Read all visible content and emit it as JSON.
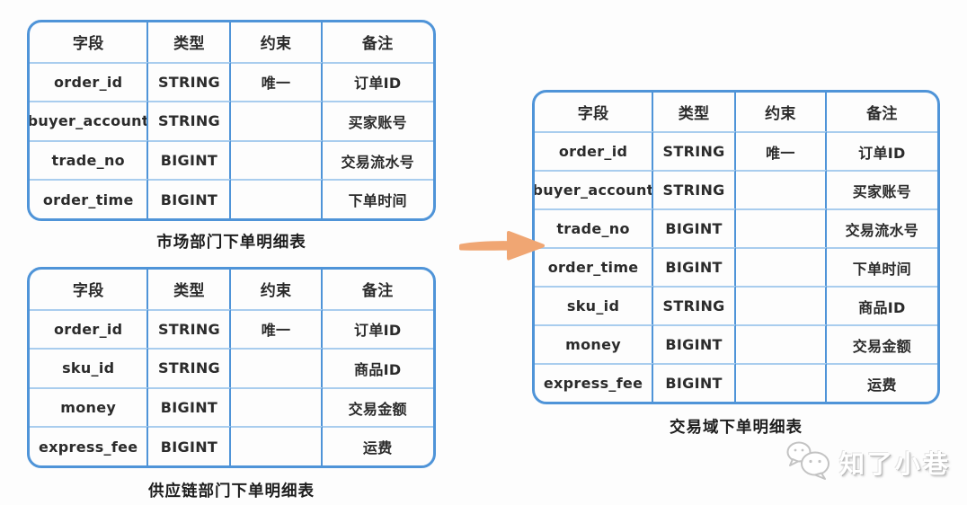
{
  "colors": {
    "table_border": "#4f94d8",
    "row_line": "#a9cdee",
    "text": "#2b2b2b",
    "arrow": "#f0a673",
    "wm_shadow": "#b9b9b9",
    "bg": "#fdfdfd"
  },
  "tables": {
    "market": {
      "caption": "市场部门下单明细表",
      "headers": [
        "字段",
        "类型",
        "约束",
        "备注"
      ],
      "rows": [
        [
          "order_id",
          "STRING",
          "唯一",
          "订单ID"
        ],
        [
          "buyer_account",
          "STRING",
          "",
          "买家账号"
        ],
        [
          "trade_no",
          "BIGINT",
          "",
          "交易流水号"
        ],
        [
          "order_time",
          "BIGINT",
          "",
          "下单时间"
        ]
      ]
    },
    "supply_chain": {
      "caption": "供应链部门下单明细表",
      "headers": [
        "字段",
        "类型",
        "约束",
        "备注"
      ],
      "rows": [
        [
          "order_id",
          "STRING",
          "唯一",
          "订单ID"
        ],
        [
          "sku_id",
          "STRING",
          "",
          "商品ID"
        ],
        [
          "money",
          "BIGINT",
          "",
          "交易金额"
        ],
        [
          "express_fee",
          "BIGINT",
          "",
          "运费"
        ]
      ]
    },
    "trade_domain": {
      "caption": "交易域下单明细表",
      "headers": [
        "字段",
        "类型",
        "约束",
        "备注"
      ],
      "rows": [
        [
          "order_id",
          "STRING",
          "唯一",
          "订单ID"
        ],
        [
          "buyer_account",
          "STRING",
          "",
          "买家账号"
        ],
        [
          "trade_no",
          "BIGINT",
          "",
          "交易流水号"
        ],
        [
          "order_time",
          "BIGINT",
          "",
          "下单时间"
        ],
        [
          "sku_id",
          "STRING",
          "",
          "商品ID"
        ],
        [
          "money",
          "BIGINT",
          "",
          "交易金额"
        ],
        [
          "express_fee",
          "BIGINT",
          "",
          "运费"
        ]
      ]
    }
  },
  "watermark": {
    "text": "知了小巷",
    "icon": "chat-bubbles-icon"
  }
}
